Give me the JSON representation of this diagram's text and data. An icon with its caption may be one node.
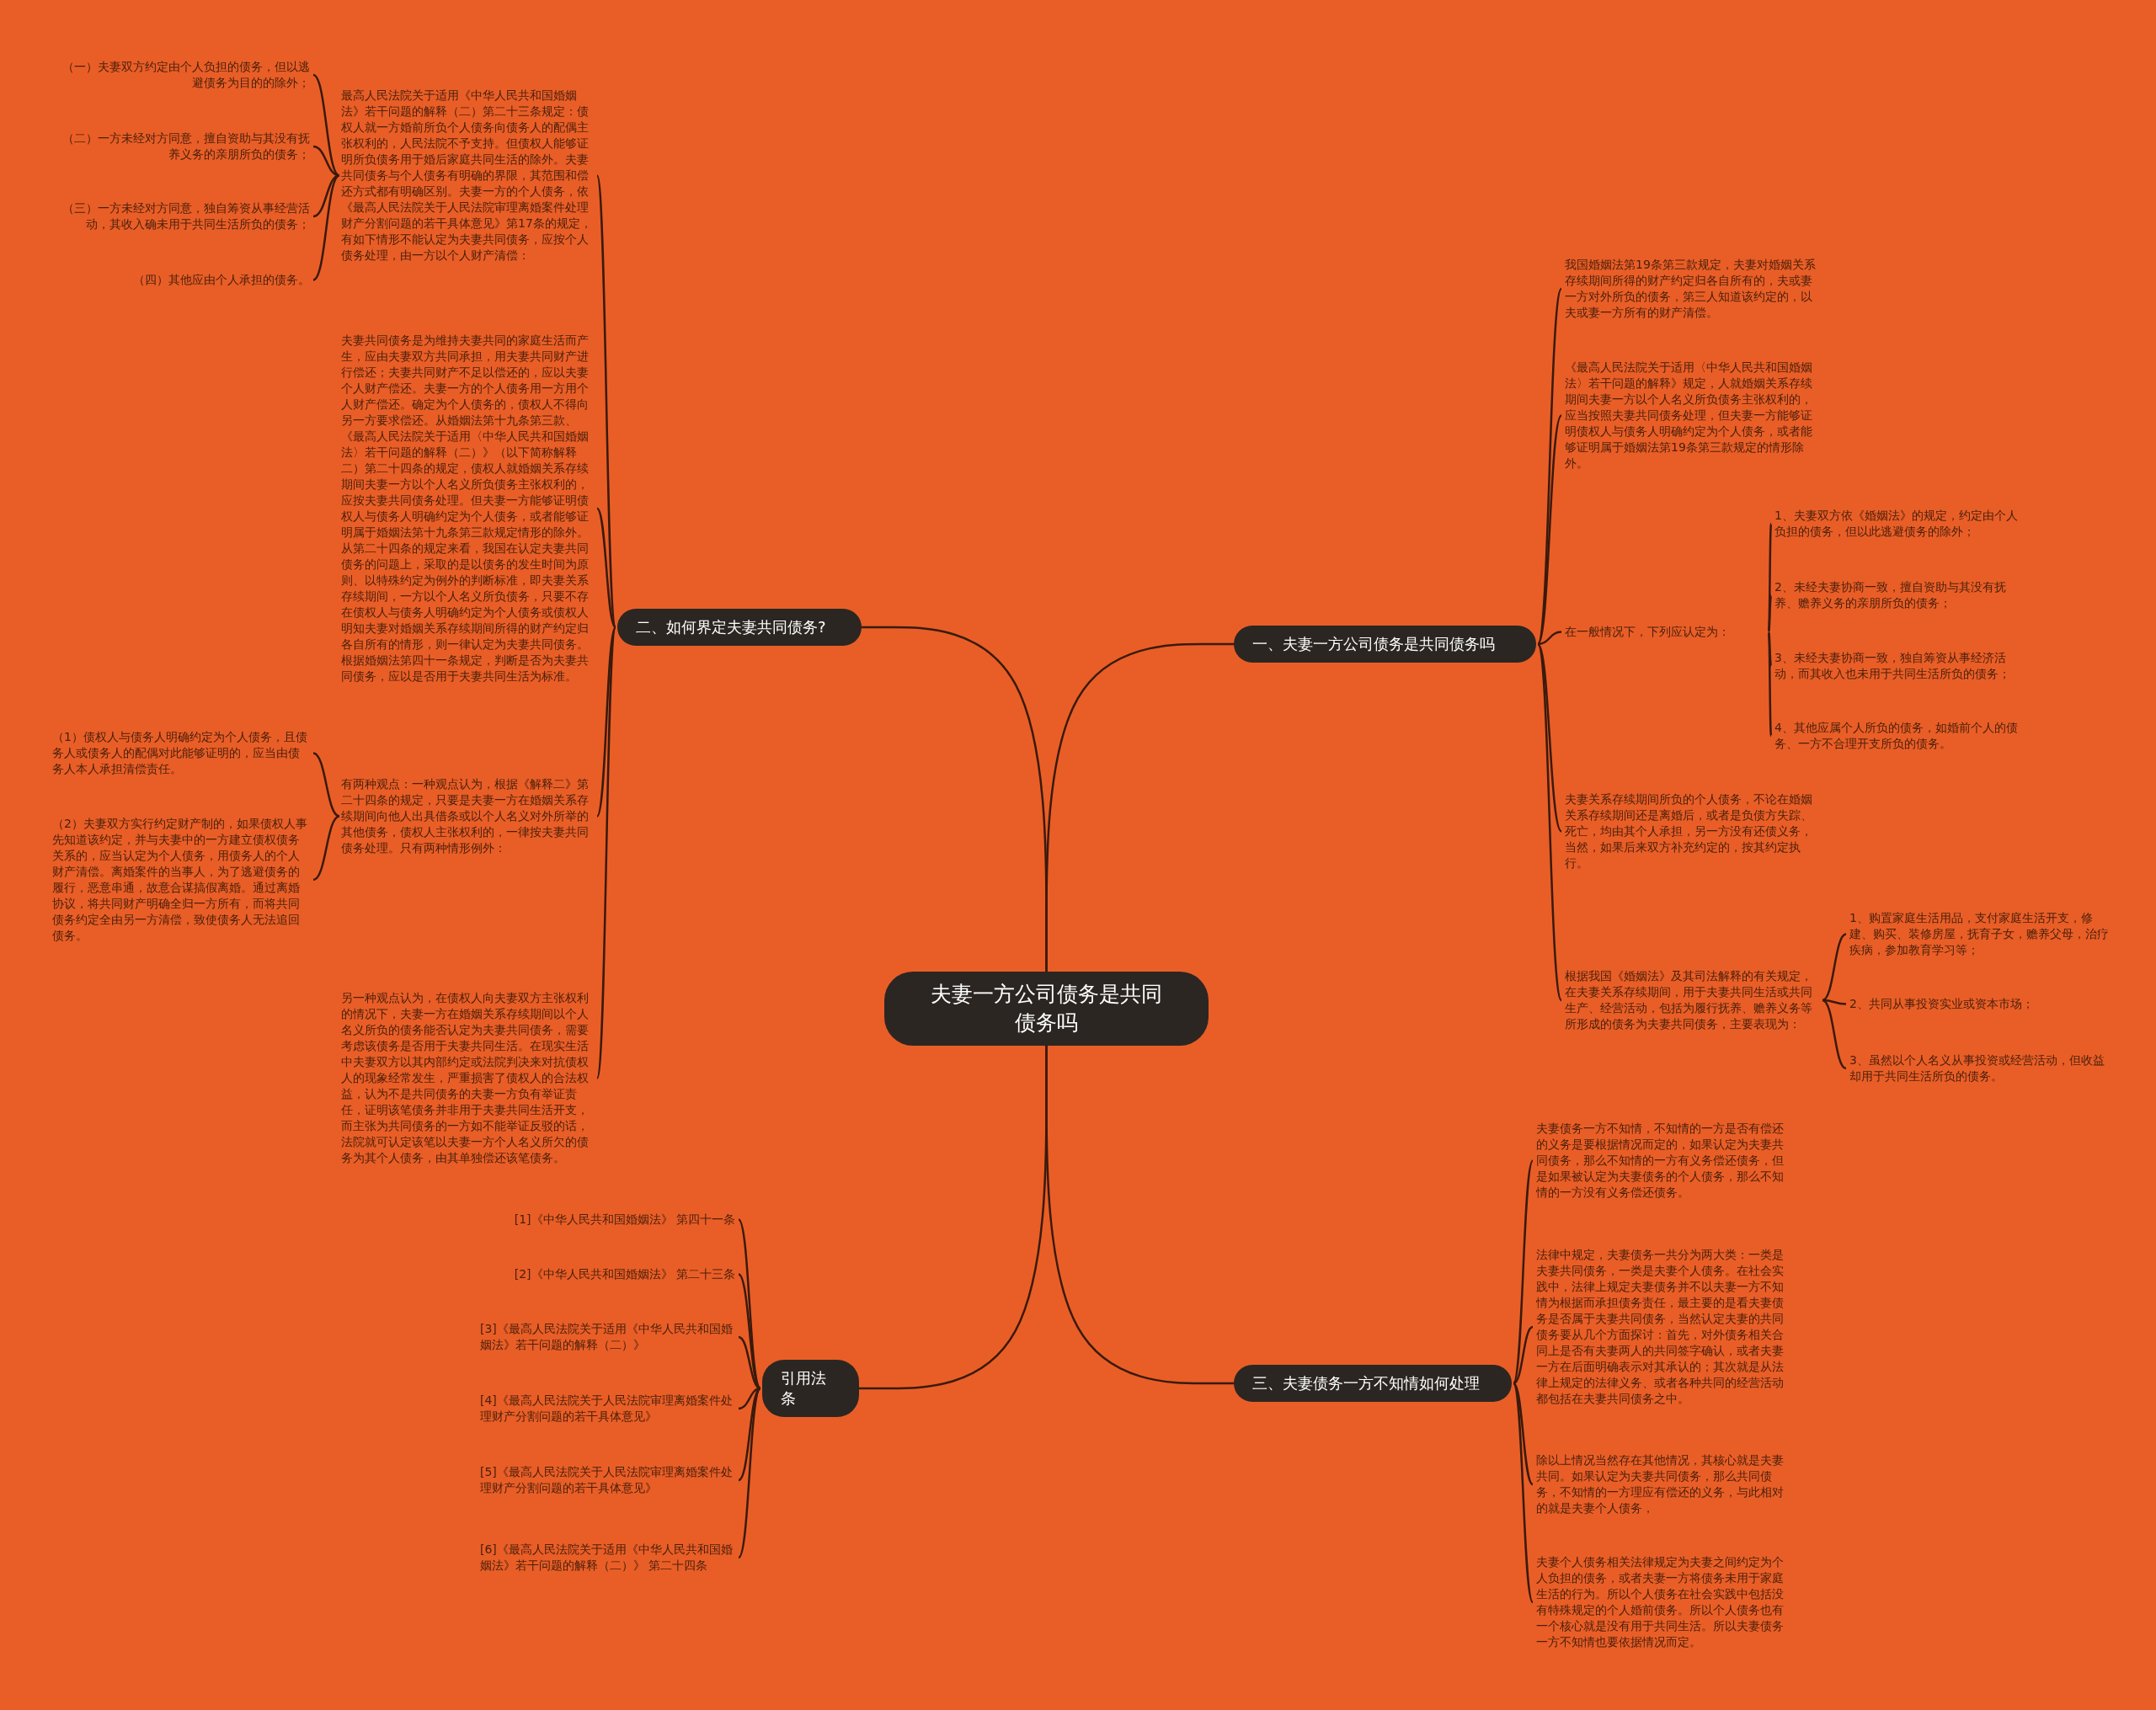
{
  "diagram": {
    "nodes": [
      {
        "text": [
          "夫妻一方公司债务是共同债务吗"
        ]
      },
      {
        "text": [
          "一、夫妻一方公司债务是共同债务吗"
        ]
      },
      {
        "text": [
          "我国婚姻法第19条第三款规定，夫妻对婚姻关系存续期间所得的财产约定归各自所有的，夫或妻一方对外所负的债务，第三人知道该约定的，以夫或妻一方所有的财产清偿。"
        ]
      },
      {
        "text": [
          "《最高人民法院关于适用〈中华人民共和国婚姻法〉若干问题的解释》规定，人就婚姻关系存续期间夫妻一方以个人名义所负债务主张权利的，应当按照夫妻共同债务处理，但夫妻一方能够证明债权人与债务人明确约定为个人债务，或者能够证明属于婚姻法第19条第三款规定的情形除外。"
        ]
      },
      {
        "text": [
          "在一般情况下，下列应认定为："
        ]
      },
      {
        "text": [
          "1、夫妻双方依《婚姻法》的规定，约定由个人负担的债务，但以此逃避债务的除外；"
        ]
      },
      {
        "text": [
          "2、未经夫妻协商一致，擅自资助与其没有抚养、赡养义务的亲朋所负的债务；"
        ]
      },
      {
        "text": [
          "3、未经夫妻协商一致，独自筹资从事经济活动，而其收入也未用于共同生活所负的债务；"
        ]
      },
      {
        "text": [
          "4、其他应属个人所负的债务，如婚前个人的债务、一方不合理开支所负的债务。"
        ]
      },
      {
        "text": [
          "夫妻关系存续期间所负的个人债务，不论在婚姻关系存续期间还是离婚后，或者是负债方失踪、死亡，均由其个人承担，另一方没有还债义务，当然，如果后来双方补充约定的，按其约定执行。"
        ]
      },
      {
        "text": [
          "根据我国《婚姻法》及其司法解释的有关规定，在夫妻关系存续期间，用于夫妻共同生活或共同生产、经营活动，包括为履行抚养、赡养义务等所形成的债务为夫妻共同债务，主要表现为："
        ]
      },
      {
        "text": [
          "1、购置家庭生活用品，支付家庭生活开支，修建、购买、装修房屋，抚育子女，赡养父母，治疗疾病，参加教育学习等；"
        ]
      },
      {
        "text": [
          "2、共同从事投资实业或资本市场；"
        ]
      },
      {
        "text": [
          "3、虽然以个人名义从事投资或经营活动，但收益却用于共同生活所负的债务。"
        ]
      },
      {
        "text": [
          "二、如何界定夫妻共同债务?"
        ]
      },
      {
        "text": [
          "最高人民法院关于适用《中华人民共和国婚姻法》若干问题的解释（二）第二十三条规定：债权人就一方婚前所负个人债务向债务人的配偶主张权利的，人民法院不予支持。但债权人能够证明所负债务用于婚后家庭共同生活的除外。夫妻共同债务与个人债务有明确的界限，其范围和偿还方式都有明确区别。夫妻一方的个人债务，依《最高人民法院关于人民法院审理离婚案件处理财产分割问题的若干具体意见》第17条的规定，有如下情形不能认定为夫妻共同债务，应按个人债务处理，由一方以个人财产清偿："
        ]
      },
      {
        "text": [
          "（一）夫妻双方约定由个人负担的债务，但以逃避债务为目的的除外；"
        ]
      },
      {
        "text": [
          "（二）一方未经对方同意，擅自资助与其没有抚养义务的亲朋所负的债务；"
        ]
      },
      {
        "text": [
          "（三）一方未经对方同意，独自筹资从事经营活动，其收入确未用于共同生活所负的债务；"
        ]
      },
      {
        "text": [
          "（四）其他应由个人承担的债务。"
        ]
      },
      {
        "text": [
          "夫妻共同债务是为维持夫妻共同的家庭生活而产生，应由夫妻双方共同承担，用夫妻共同财产进行偿还；夫妻共同财产不足以偿还的，应以夫妻个人财产偿还。夫妻一方的个人债务用一方用个人财产偿还。确定为个人债务的，债权人不得向另一方要求偿还。从婚姻法第十九条第三款、《最高人民法院关于适用〈中华人民共和国婚姻法〉若干问题的解释（二）》（以下简称解释二）第二十四条的规定，债权人就婚姻关系存续期间夫妻一方以个人名义所负债务主张权利的，应按夫妻共同债务处理。但夫妻一方能够证明债权人与债务人明确约定为个人债务，或者能够证明属于婚姻法第十九条第三款规定情形的除外。从第二十四条的规定来看，我国在认定夫妻共同债务的问题上，采取的是以债务的发生时间为原则、以特殊约定为例外的判断标准，即夫妻关系存续期间，一方以个人名义所负债务，只要不存在债权人与债务人明确约定为个人债务或债权人明知夫妻对婚姻关系存续期间所得的财产约定归各自所有的情形，则一律认定为夫妻共同债务。根据婚姻法第四十一条规定，判断是否为夫妻共同债务，应以是否用于夫妻共同生活为标准。"
        ]
      },
      {
        "text": [
          "有两种观点：一种观点认为，根据《解释二》第二十四条的规定，只要是夫妻一方在婚姻关系存续期间向他人出具借条或以个人名义对外所举的其他债务，债权人主张权利的，一律按夫妻共同债务处理。只有两种情形例外："
        ]
      },
      {
        "text": [
          "（1）债权人与债务人明确约定为个人债务，且债务人或债务人的配偶对此能够证明的，应当由债务人本人承担清偿责任。"
        ]
      },
      {
        "text": [
          "（2）夫妻双方实行约定财产制的，如果债权人事先知道该约定，并与夫妻中的一方建立债权债务关系的，应当认定为个人债务，用债务人的个人财产清偿。离婚案件的当事人，为了逃避债务的履行，恶意串通，故意合谋搞假离婚。通过离婚协议，将共同财产明确全归一方所有，而将共同债务约定全由另一方清偿，致使债务人无法追回债务。"
        ]
      },
      {
        "text": [
          "另一种观点认为，在债权人向夫妻双方主张权利的情况下，夫妻一方在婚姻关系存续期间以个人名义所负的债务能否认定为夫妻共同债务，需要考虑该债务是否用于夫妻共同生活。在现实生活中夫妻双方以其内部约定或法院判决来对抗债权人的现象经常发生，严重损害了债权人的合法权益，认为不是共同债务的夫妻一方负有举证责任，证明该笔债务并非用于夫妻共同生活开支，而主张为共同债务的一方如不能举证反驳的话，法院就可认定该笔以夫妻一方个人名义所欠的债务为其个人债务，由其单独偿还该笔债务。"
        ]
      },
      {
        "text": [
          "三、夫妻债务一方不知情如何处理"
        ]
      },
      {
        "text": [
          "夫妻债务一方不知情，不知情的一方是否有偿还的义务是要根据情况而定的，如果认定为夫妻共同债务，那么不知情的一方有义务偿还债务，但是如果被认定为夫妻债务的个人债务，那么不知情的一方没有义务偿还债务。"
        ]
      },
      {
        "text": [
          "法律中规定，夫妻债务一共分为两大类：一类是夫妻共同债务，一类是夫妻个人债务。在社会实践中，法律上规定夫妻债务并不以夫妻一方不知情为根据而承担债务责任，最主要的是看夫妻债务是否属于夫妻共同债务，当然认定夫妻的共同债务要从几个方面探讨：首先，对外债务相关合同上是否有夫妻两人的共同签字确认，或者夫妻一方在后面明确表示对其承认的；其次就是从法律上规定的法律义务、或者各种共同的经营活动都包括在夫妻共同债务之中。"
        ]
      },
      {
        "text": [
          "除以上情况当然存在其他情况，其核心就是夫妻共同。如果认定为夫妻共同债务，那么共同债务，不知情的一方理应有偿还的义务，与此相对的就是夫妻个人债务，"
        ]
      },
      {
        "text": [
          "夫妻个人债务相关法律规定为夫妻之间约定为个人负担的债务，或者夫妻一方将债务未用于家庭生活的行为。所以个人债务在社会实践中包括没有特殊规定的个人婚前债务。所以个人债务也有一个核心就是没有用于共同生活。所以夫妻债务一方不知情也要依据情况而定。"
        ]
      },
      {
        "text": [
          "引用法条"
        ]
      },
      {
        "text": [
          "[1]《中华人民共和国婚姻法》 第四十一条"
        ]
      },
      {
        "text": [
          "[2]《中华人民共和国婚姻法》 第二十三条"
        ]
      },
      {
        "text": [
          "[3]《最高人民法院关于适用《中华人民共和国婚姻法》若干问题的解释（二）》"
        ]
      },
      {
        "text": [
          "[4]《最高人民法院关于人民法院审理离婚案件处理财产分割问题的若干具体意见》"
        ]
      },
      {
        "text": [
          "[5]《最高人民法院关于人民法院审理离婚案件处理财产分割问题的若干具体意见》"
        ]
      },
      {
        "text": [
          "[6]《最高人民法院关于适用《中华人民共和国婚姻法》若干问题的解释（二）》 第二十四条"
        ]
      }
    ],
    "edges": [
      {
        "from": 0,
        "to": 1,
        "arrow": "none"
      },
      {
        "from": 0,
        "to": 14,
        "arrow": "none"
      },
      {
        "from": 0,
        "to": 25,
        "arrow": "none"
      },
      {
        "from": 0,
        "to": 30,
        "arrow": "none"
      },
      {
        "from": 1,
        "to": 2,
        "arrow": "none"
      },
      {
        "from": 1,
        "to": 3,
        "arrow": "none"
      },
      {
        "from": 1,
        "to": 4,
        "arrow": "none"
      },
      {
        "from": 1,
        "to": 9,
        "arrow": "none"
      },
      {
        "from": 1,
        "to": 10,
        "arrow": "none"
      },
      {
        "from": 4,
        "to": 5,
        "arrow": "none"
      },
      {
        "from": 4,
        "to": 6,
        "arrow": "none"
      },
      {
        "from": 4,
        "to": 7,
        "arrow": "none"
      },
      {
        "from": 4,
        "to": 8,
        "arrow": "none"
      },
      {
        "from": 10,
        "to": 11,
        "arrow": "none"
      },
      {
        "from": 10,
        "to": 12,
        "arrow": "none"
      },
      {
        "from": 10,
        "to": 13,
        "arrow": "none"
      },
      {
        "from": 14,
        "to": 15,
        "arrow": "none"
      },
      {
        "from": 14,
        "to": 20,
        "arrow": "none"
      },
      {
        "from": 14,
        "to": 21,
        "arrow": "none"
      },
      {
        "from": 14,
        "to": 24,
        "arrow": "none"
      },
      {
        "from": 15,
        "to": 16,
        "arrow": "none"
      },
      {
        "from": 15,
        "to": 17,
        "arrow": "none"
      },
      {
        "from": 15,
        "to": 18,
        "arrow": "none"
      },
      {
        "from": 15,
        "to": 19,
        "arrow": "none"
      },
      {
        "from": 21,
        "to": 22,
        "arrow": "none"
      },
      {
        "from": 21,
        "to": 23,
        "arrow": "none"
      },
      {
        "from": 25,
        "to": 26,
        "arrow": "none"
      },
      {
        "from": 25,
        "to": 27,
        "arrow": "none"
      },
      {
        "from": 25,
        "to": 28,
        "arrow": "none"
      },
      {
        "from": 25,
        "to": 29,
        "arrow": "none"
      },
      {
        "from": 30,
        "to": 31,
        "arrow": "none"
      },
      {
        "from": 30,
        "to": 32,
        "arrow": "none"
      },
      {
        "from": 30,
        "to": 33,
        "arrow": "none"
      },
      {
        "from": 30,
        "to": 34,
        "arrow": "none"
      },
      {
        "from": 30,
        "to": 35,
        "arrow": "none"
      },
      {
        "from": 30,
        "to": 36,
        "arrow": "none"
      }
    ]
  }
}
